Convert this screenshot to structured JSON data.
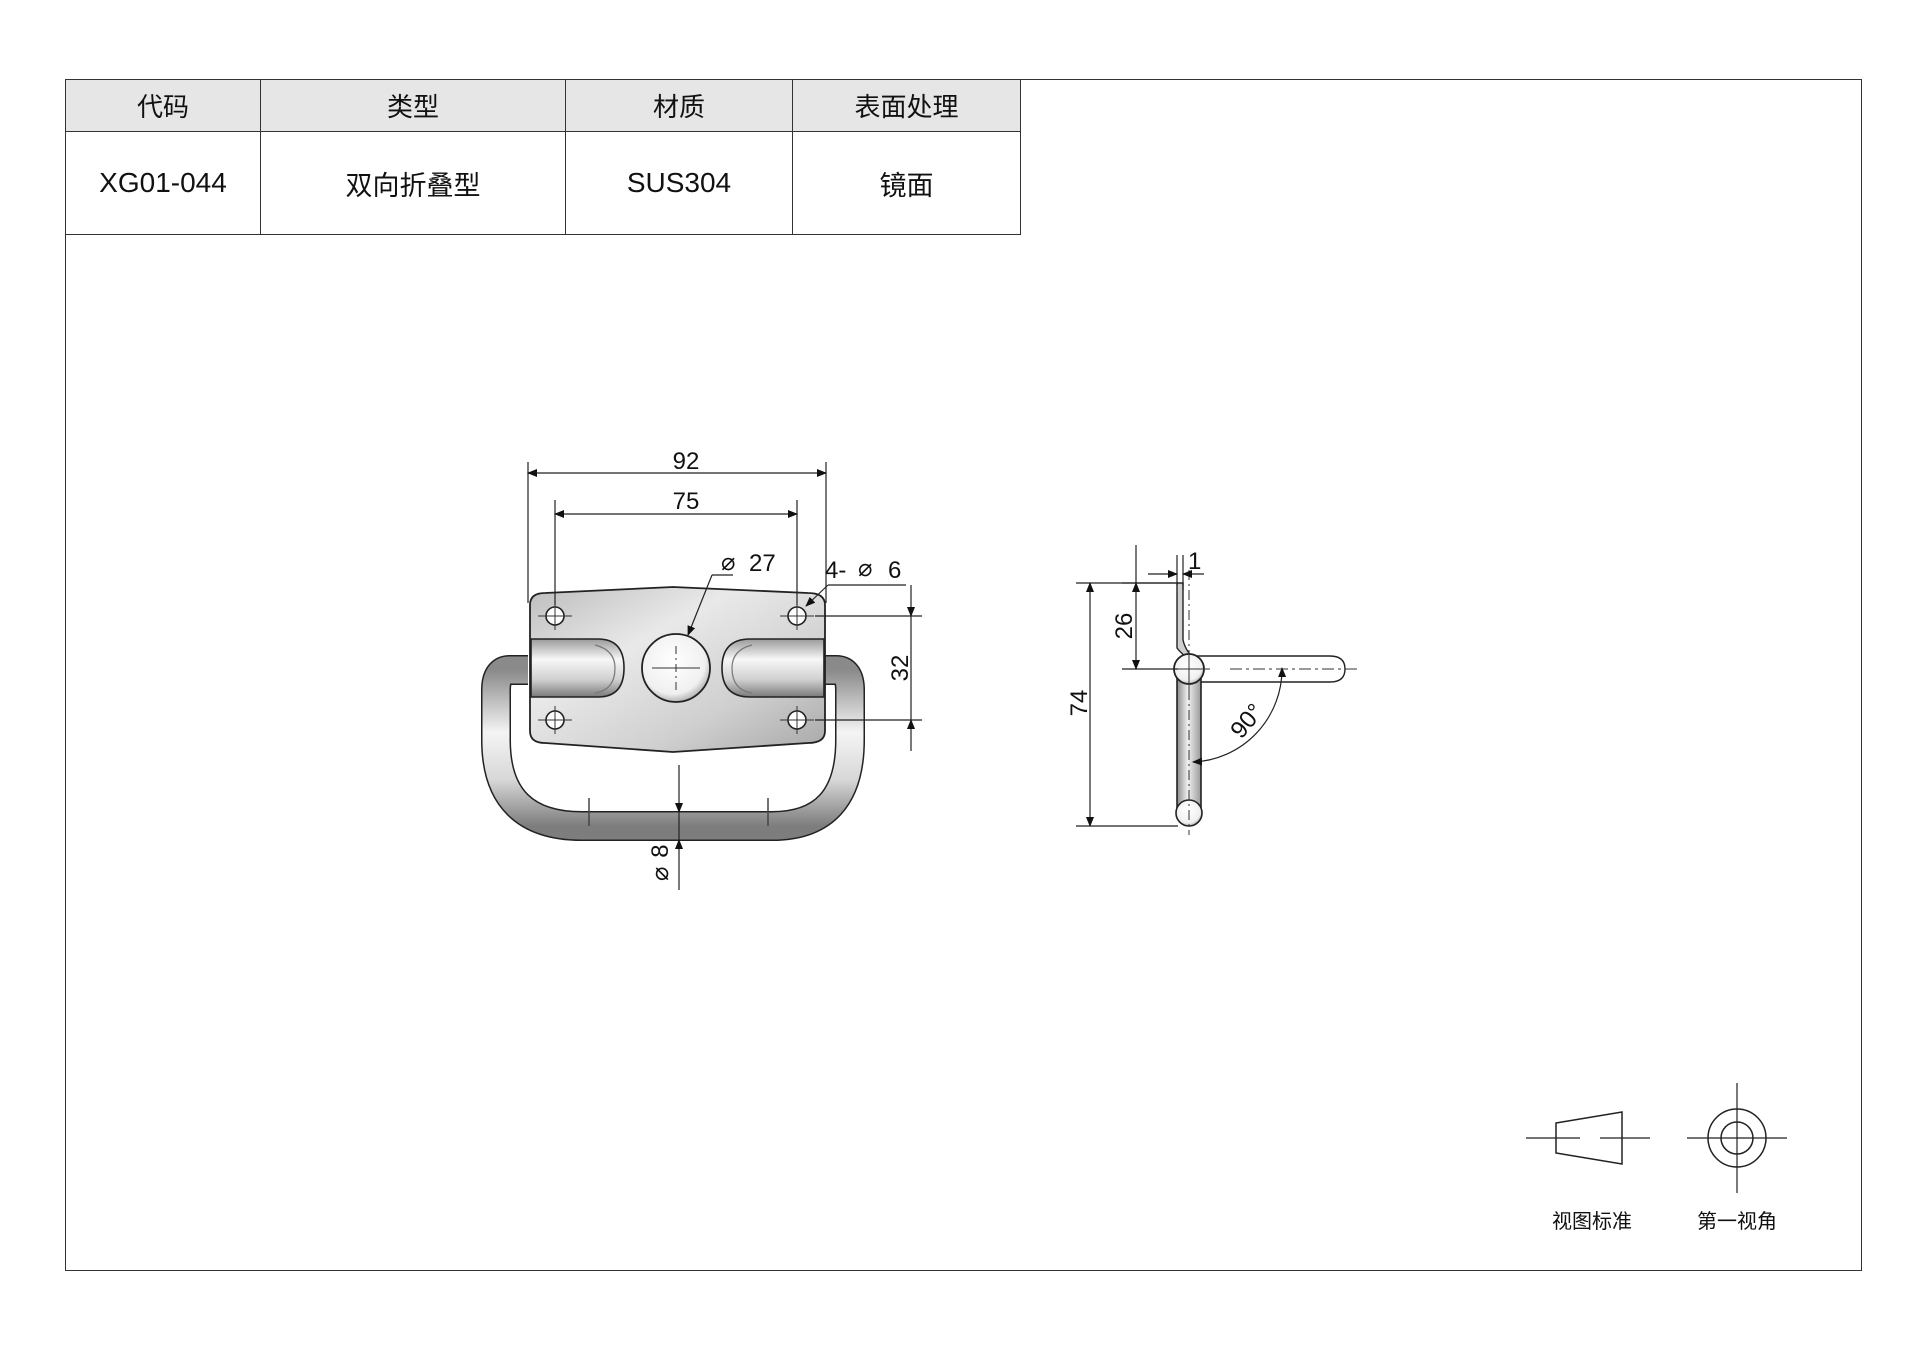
{
  "table": {
    "headers": [
      "代码",
      "类型",
      "材质",
      "表面处理"
    ],
    "row": {
      "code": "XG01-044",
      "type": "双向折叠型",
      "material": "SUS304",
      "finish": "镜面"
    }
  },
  "dimensions": {
    "overall_width": "92",
    "hole_spacing": "75",
    "center_hole": "27",
    "mount_holes": "4-",
    "mount_hole_dia": "6",
    "hole_vertical": "32",
    "ring_dia": "8",
    "height": "74",
    "pivot_height": "26",
    "thickness": "1",
    "fold_angle": "90°"
  },
  "projection": {
    "label_standard": "视图标准",
    "label_angle": "第一视角"
  },
  "colors": {
    "line": "#222222",
    "metal_light": "#f2f2f2",
    "metal_dark": "#8c8c8c",
    "header_bg": "#e6e6e6"
  }
}
